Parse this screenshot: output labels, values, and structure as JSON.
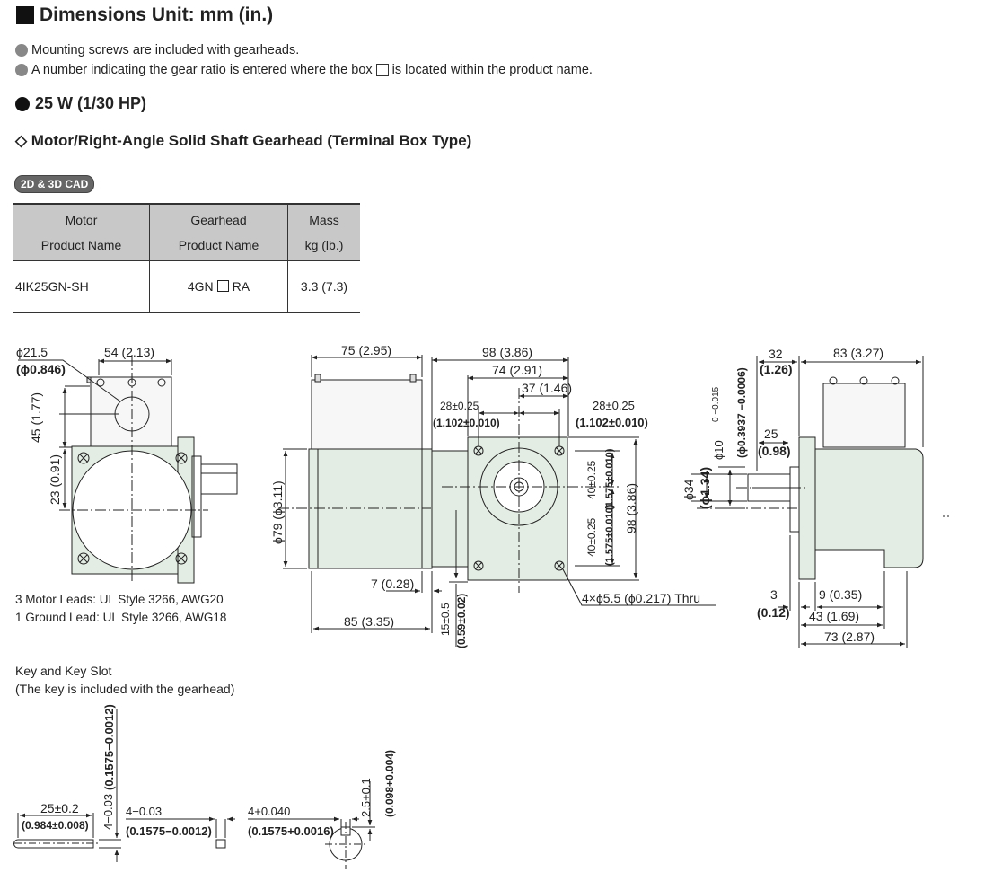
{
  "heading": "Dimensions  Unit: mm (in.)",
  "notes": [
    "Mounting screws are included with gearheads.",
    "A number indicating the gear ratio is entered where the box",
    "is located within the product name."
  ],
  "power_title": "25 W (1/30 HP)",
  "type_title": "◇ Motor/Right-Angle Solid Shaft Gearhead (Terminal Box Type)",
  "cad_badge": "2D & 3D CAD",
  "table": {
    "headers": [
      {
        "line1": "Motor",
        "line2": "Product  Name"
      },
      {
        "line1": "Gearhead",
        "line2": "Product  Name"
      },
      {
        "line1": "Mass",
        "line2": "kg (lb.)"
      }
    ],
    "row": {
      "motor": "4IK25GN-SH",
      "gear_pre": "4GN",
      "gear_post": "RA",
      "mass": "3.3 (7.3)"
    }
  },
  "leads": [
    "3 Motor Leads: UL Style 3266, AWG20",
    "1 Ground Lead: UL Style 3266, AWG18"
  ],
  "key_title": [
    "Key and Key Slot",
    "(The key is included with the gearhead)"
  ],
  "dims": {
    "d21": "ϕ21.5",
    "d21in": "(ϕ0.846)",
    "d54": "54 (2.13)",
    "d45": "45 (1.77)",
    "d23": "23 (0.91)",
    "d75": "75 (2.95)",
    "d98": "98 (3.86)",
    "d74": "74 (2.91)",
    "d37": "37 (1.46)",
    "d28a": "28±0.25",
    "d28ain": "(1.102±0.010)",
    "d28b": "28±0.25",
    "d28bin": "(1.102±0.010)",
    "d79": "ϕ79 (ϕ3.11)",
    "d40a": "40±0.25",
    "d40ain": "(1.575±0.010)",
    "d40b": "40±0.25",
    "d40bin": "(1.575±0.010)",
    "d98v": "98 (3.86)",
    "d7": "7 (0.28)",
    "d85": "85 (3.35)",
    "d15": "15±0.5",
    "d15in": "(0.59±0.02)",
    "holes": "4×ϕ5.5 (ϕ0.217) Thru",
    "d32": "32",
    "d32in": "(1.26)",
    "d83": "83 (3.27)",
    "d10": "ϕ10",
    "d10tol": "0 −0.015",
    "d10in": "(ϕ0.3937 −0.0006)",
    "d25": "25",
    "d25in": "(0.98)",
    "d34": "ϕ34",
    "d34in": "(ϕ1.34)",
    "d3": "3",
    "d3in": "(0.12)",
    "d9": "9 (0.35)",
    "d43": "43 (1.69)",
    "d73": "73 (2.87)",
    "k25": "25±0.2",
    "k25in": "(0.984±0.008)",
    "k4v": "4−0.03",
    "k4vin": "(0.1575−0.0012)",
    "k4h": "4−0.03",
    "k4hin": "(0.1575−0.0012)",
    "k4s": "4+0.040",
    "k4sin": "(0.1575+0.0016)",
    "k25s": "2.5+0.1",
    "k098": "(0.098+0.004)"
  }
}
